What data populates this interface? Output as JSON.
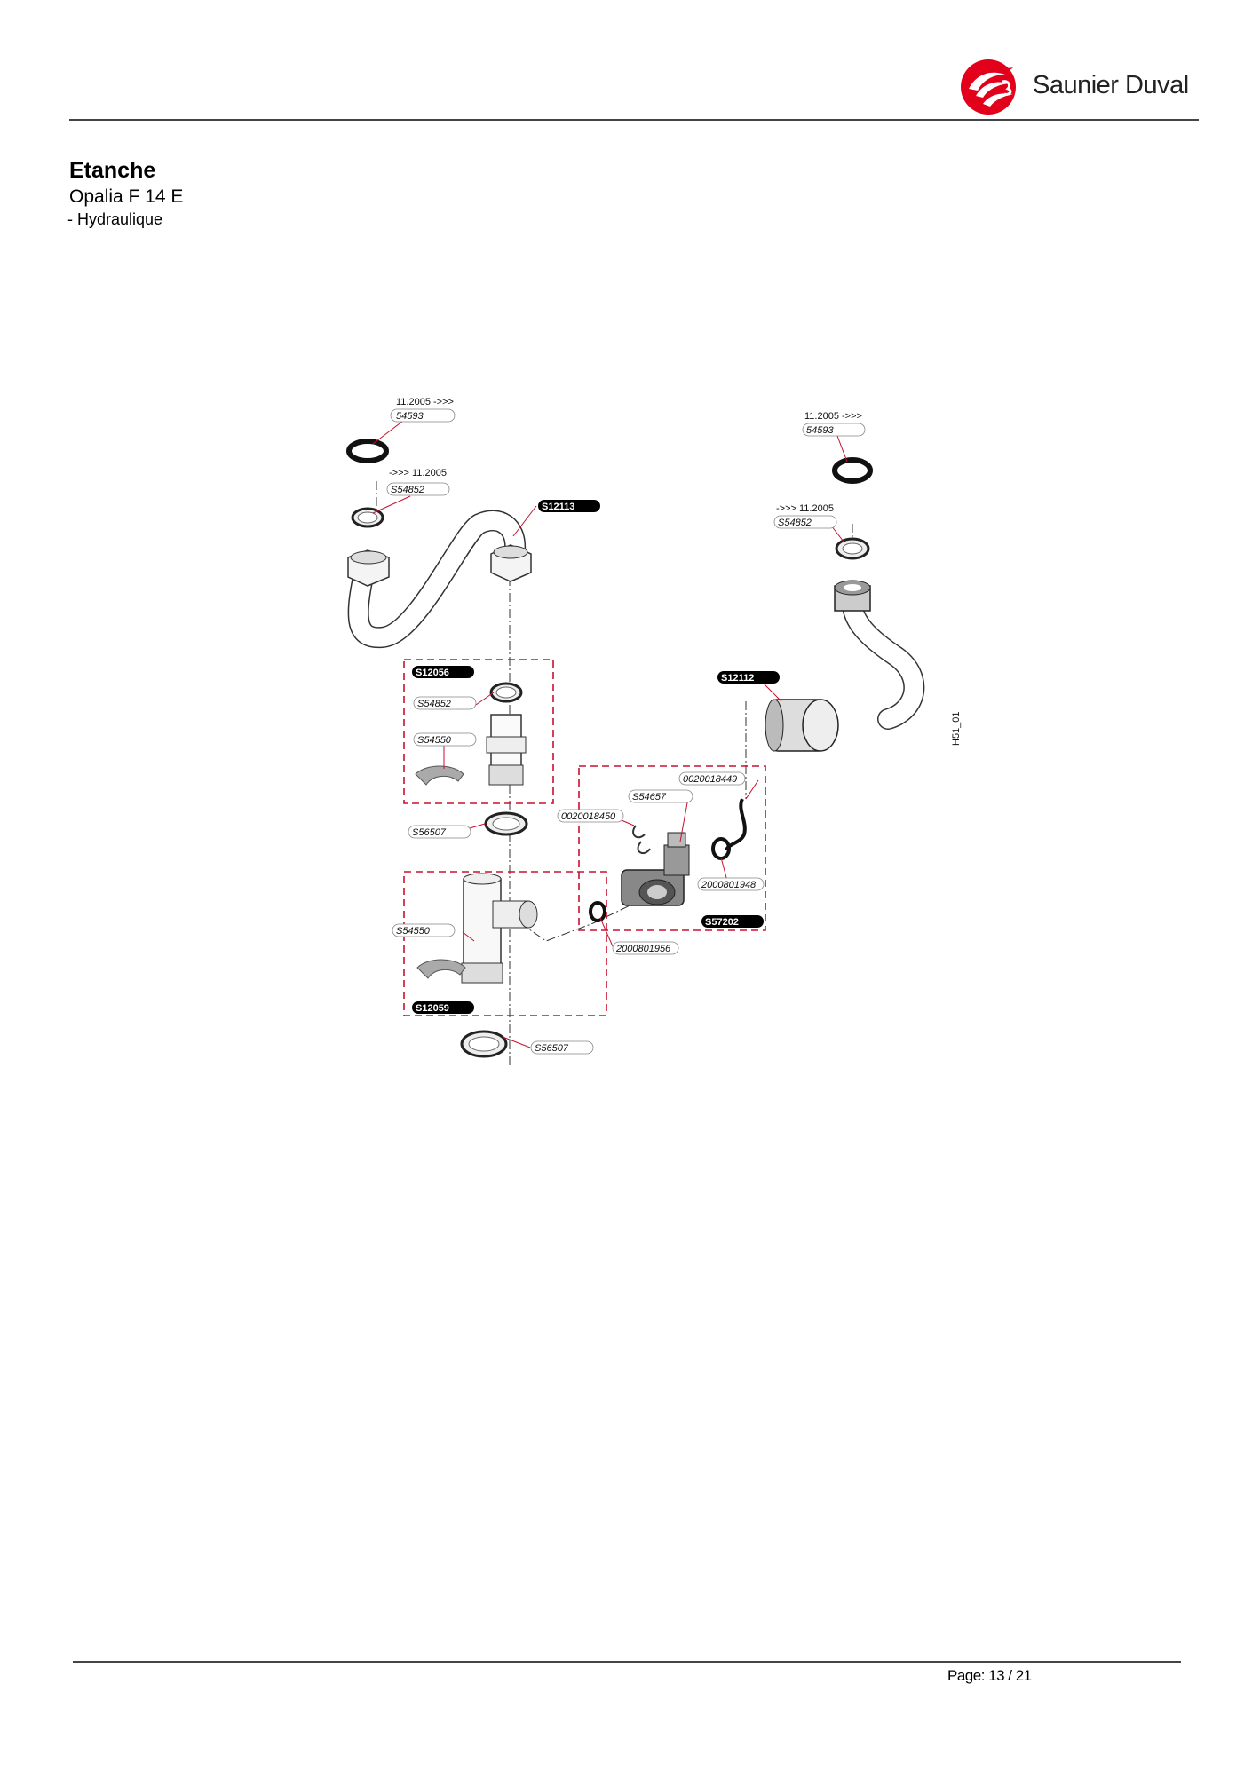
{
  "brand": {
    "name": "Saunier Duval",
    "logo_color": "#e2001a"
  },
  "header": {
    "title": "Etanche",
    "subtitle": "Opalia F 14 E",
    "section": "- Hydraulique"
  },
  "diagram": {
    "code": "H51_01",
    "assembly_tags": [
      "S12113",
      "S12056",
      "S12112",
      "S57202",
      "S12059"
    ],
    "part_labels": {
      "p54593_left": "54593",
      "p54593_right": "54593",
      "s54852_left": "S54852",
      "s54852_right": "S54852",
      "s54852_mid": "S54852",
      "s54550_top": "S54550",
      "s54550_bottom": "S54550",
      "s56507_top": "S56507",
      "s56507_bottom": "S56507",
      "s54657": "S54657",
      "p0020018449": "0020018449",
      "p0020018450": "0020018450",
      "p2000801948": "2000801948",
      "p2000801956": "2000801956"
    },
    "date_notes": {
      "from_left": "11.2005 ->>>",
      "until_left": "->>> 11.2005",
      "from_right": "11.2005 ->>>",
      "until_right": "->>> 11.2005"
    }
  },
  "footer": {
    "page": "Page: 13 / 21"
  }
}
